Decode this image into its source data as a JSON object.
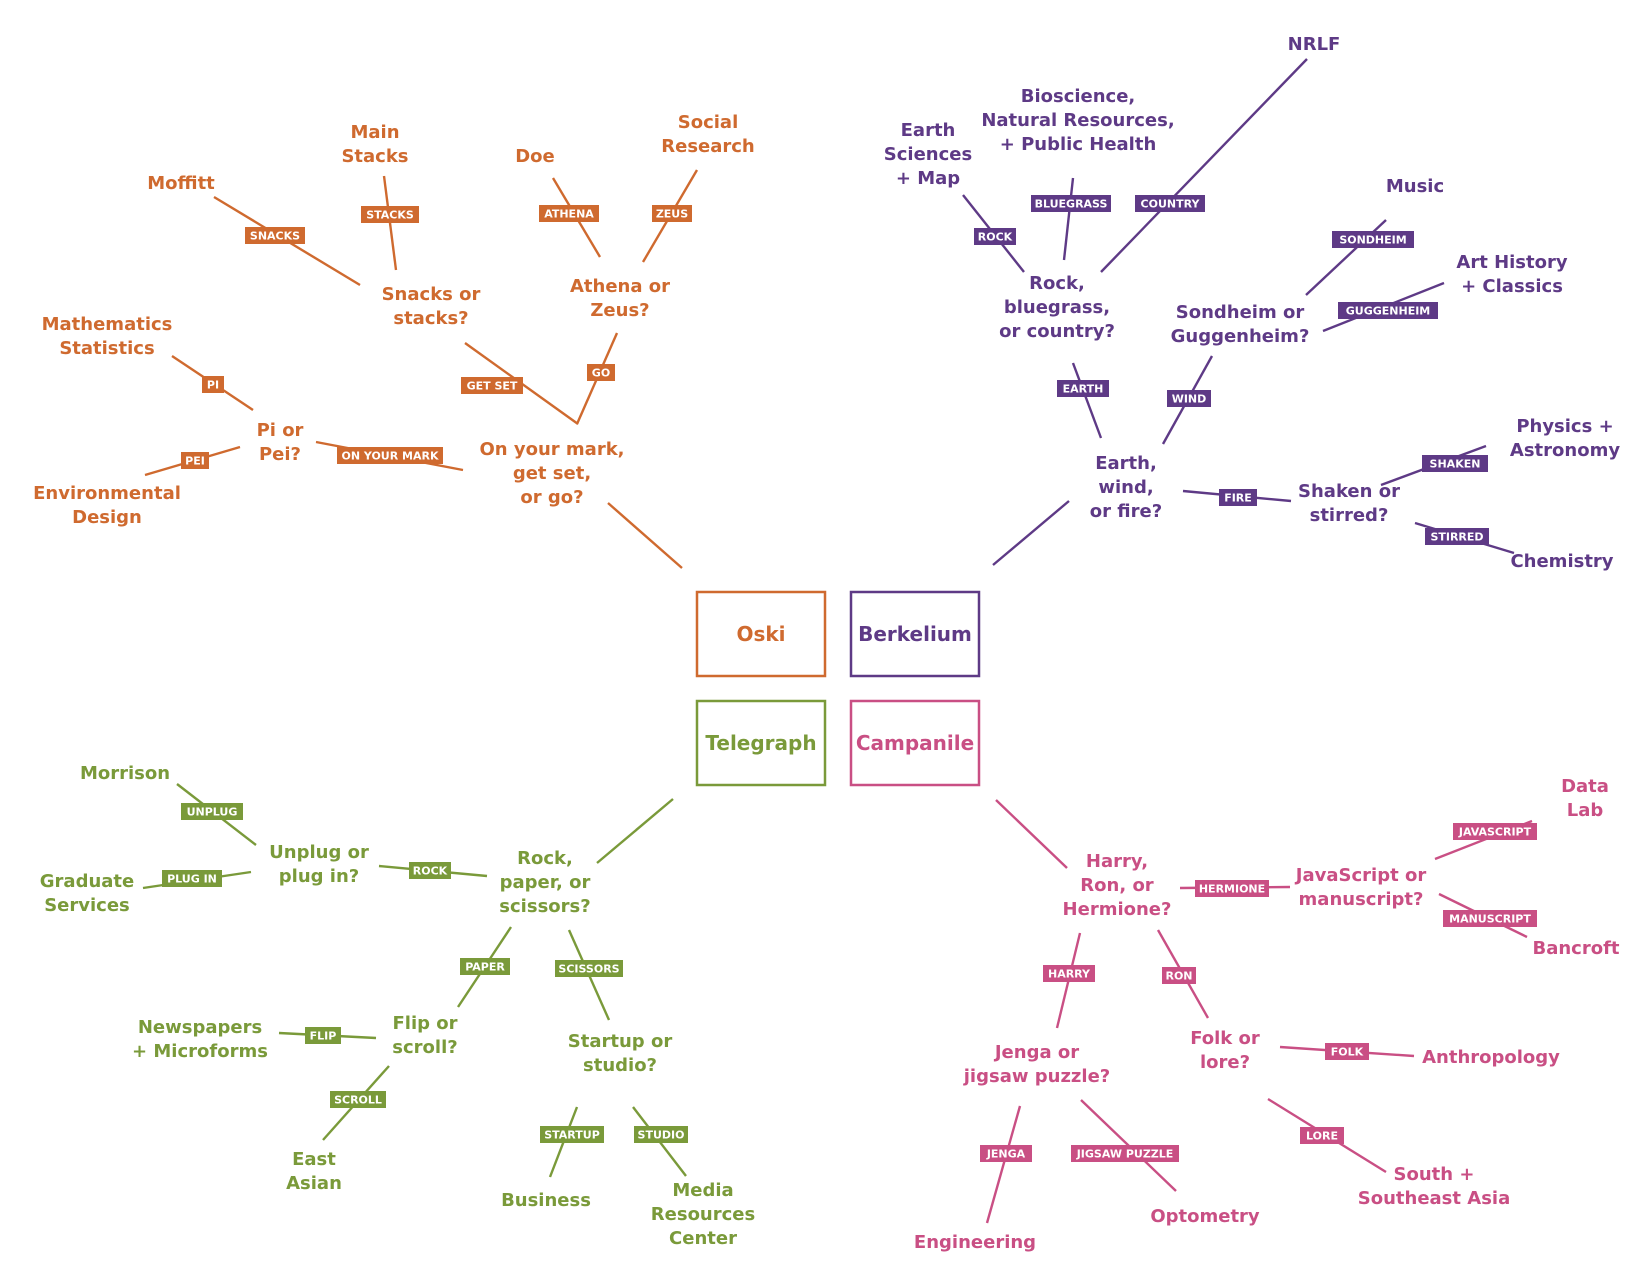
{
  "colors": {
    "orange": "#cf6a2f",
    "purple": "#5e3a86",
    "green": "#7a9a3a",
    "pink": "#c94f84"
  },
  "boxes": {
    "oski": "Oski",
    "berkelium": "Berkelium",
    "telegraph": "Telegraph",
    "campanile": "Campanile"
  },
  "oski": {
    "root": [
      "On your mark,",
      "get set,",
      "or go?"
    ],
    "on_your_mark": "ON YOUR MARK",
    "get_set": "GET SET",
    "go": "GO",
    "pi_q": [
      "Pi or",
      "Pei?"
    ],
    "pi": "PI",
    "pei": "PEI",
    "math": [
      "Mathematics",
      "Statistics"
    ],
    "env": [
      "Environmental",
      "Design"
    ],
    "snacks_q": [
      "Snacks or",
      "stacks?"
    ],
    "snacks": "SNACKS",
    "stacks": "STACKS",
    "moffitt": "Moffitt",
    "main_stacks": [
      "Main",
      "Stacks"
    ],
    "athena_q": [
      "Athena or",
      "Zeus?"
    ],
    "athena": "ATHENA",
    "zeus": "ZEUS",
    "doe": "Doe",
    "social": [
      "Social",
      "Research"
    ]
  },
  "berkelium": {
    "root": [
      "Earth,",
      "wind,",
      "or fire?"
    ],
    "earth": "EARTH",
    "wind": "WIND",
    "fire": "FIRE",
    "rock_q": [
      "Rock,",
      "bluegrass,",
      "or country?"
    ],
    "rock": "ROCK",
    "bluegrass": "BLUEGRASS",
    "country": "COUNTRY",
    "earth_sci": [
      "Earth",
      "Sciences",
      "+ Map"
    ],
    "bioscience": [
      "Bioscience,",
      "Natural Resources,",
      "+ Public Health"
    ],
    "nrlf": "NRLF",
    "sondheim_q": [
      "Sondheim or",
      "Guggenheim?"
    ],
    "sondheim": "SONDHEIM",
    "guggenheim": "GUGGENHEIM",
    "music": "Music",
    "art_history": [
      "Art History",
      "+ Classics"
    ],
    "shaken_q": [
      "Shaken or",
      "stirred?"
    ],
    "shaken": "SHAKEN",
    "stirred": "STIRRED",
    "physics": [
      "Physics +",
      "Astronomy"
    ],
    "chemistry": "Chemistry"
  },
  "telegraph": {
    "root": [
      "Rock,",
      "paper, or",
      "scissors?"
    ],
    "rock": "ROCK",
    "paper": "PAPER",
    "scissors": "SCISSORS",
    "unplug_q": [
      "Unplug or",
      "plug in?"
    ],
    "unplug": "UNPLUG",
    "plug_in": "PLUG IN",
    "morrison": "Morrison",
    "grad": [
      "Graduate",
      "Services"
    ],
    "flip_q": [
      "Flip or",
      "scroll?"
    ],
    "flip": "FLIP",
    "scroll": "SCROLL",
    "newspapers": [
      "Newspapers",
      "+ Microforms"
    ],
    "east_asian": [
      "East",
      "Asian"
    ],
    "startup_q": [
      "Startup or",
      "studio?"
    ],
    "startup": "STARTUP",
    "studio": "STUDIO",
    "business": "Business",
    "media": [
      "Media",
      "Resources",
      "Center"
    ]
  },
  "campanile": {
    "root": [
      "Harry,",
      "Ron, or",
      "Hermione?"
    ],
    "hermione": "HERMIONE",
    "harry": "HARRY",
    "ron": "RON",
    "js_q": [
      "JavaScript or",
      "manuscript?"
    ],
    "javascript": "JAVASCRIPT",
    "manuscript": "MANUSCRIPT",
    "data_lab": [
      "Data",
      "Lab"
    ],
    "bancroft": "Bancroft",
    "jenga_q": [
      "Jenga or",
      "jigsaw puzzle?"
    ],
    "jenga": "JENGA",
    "jigsaw": "JIGSAW PUZZLE",
    "engineering": "Engineering",
    "optometry": "Optometry",
    "folk_q": [
      "Folk or",
      "lore?"
    ],
    "folk": "FOLK",
    "lore": "LORE",
    "anthropology": "Anthropology",
    "south_asia": [
      "South +",
      "Southeast Asia"
    ]
  }
}
